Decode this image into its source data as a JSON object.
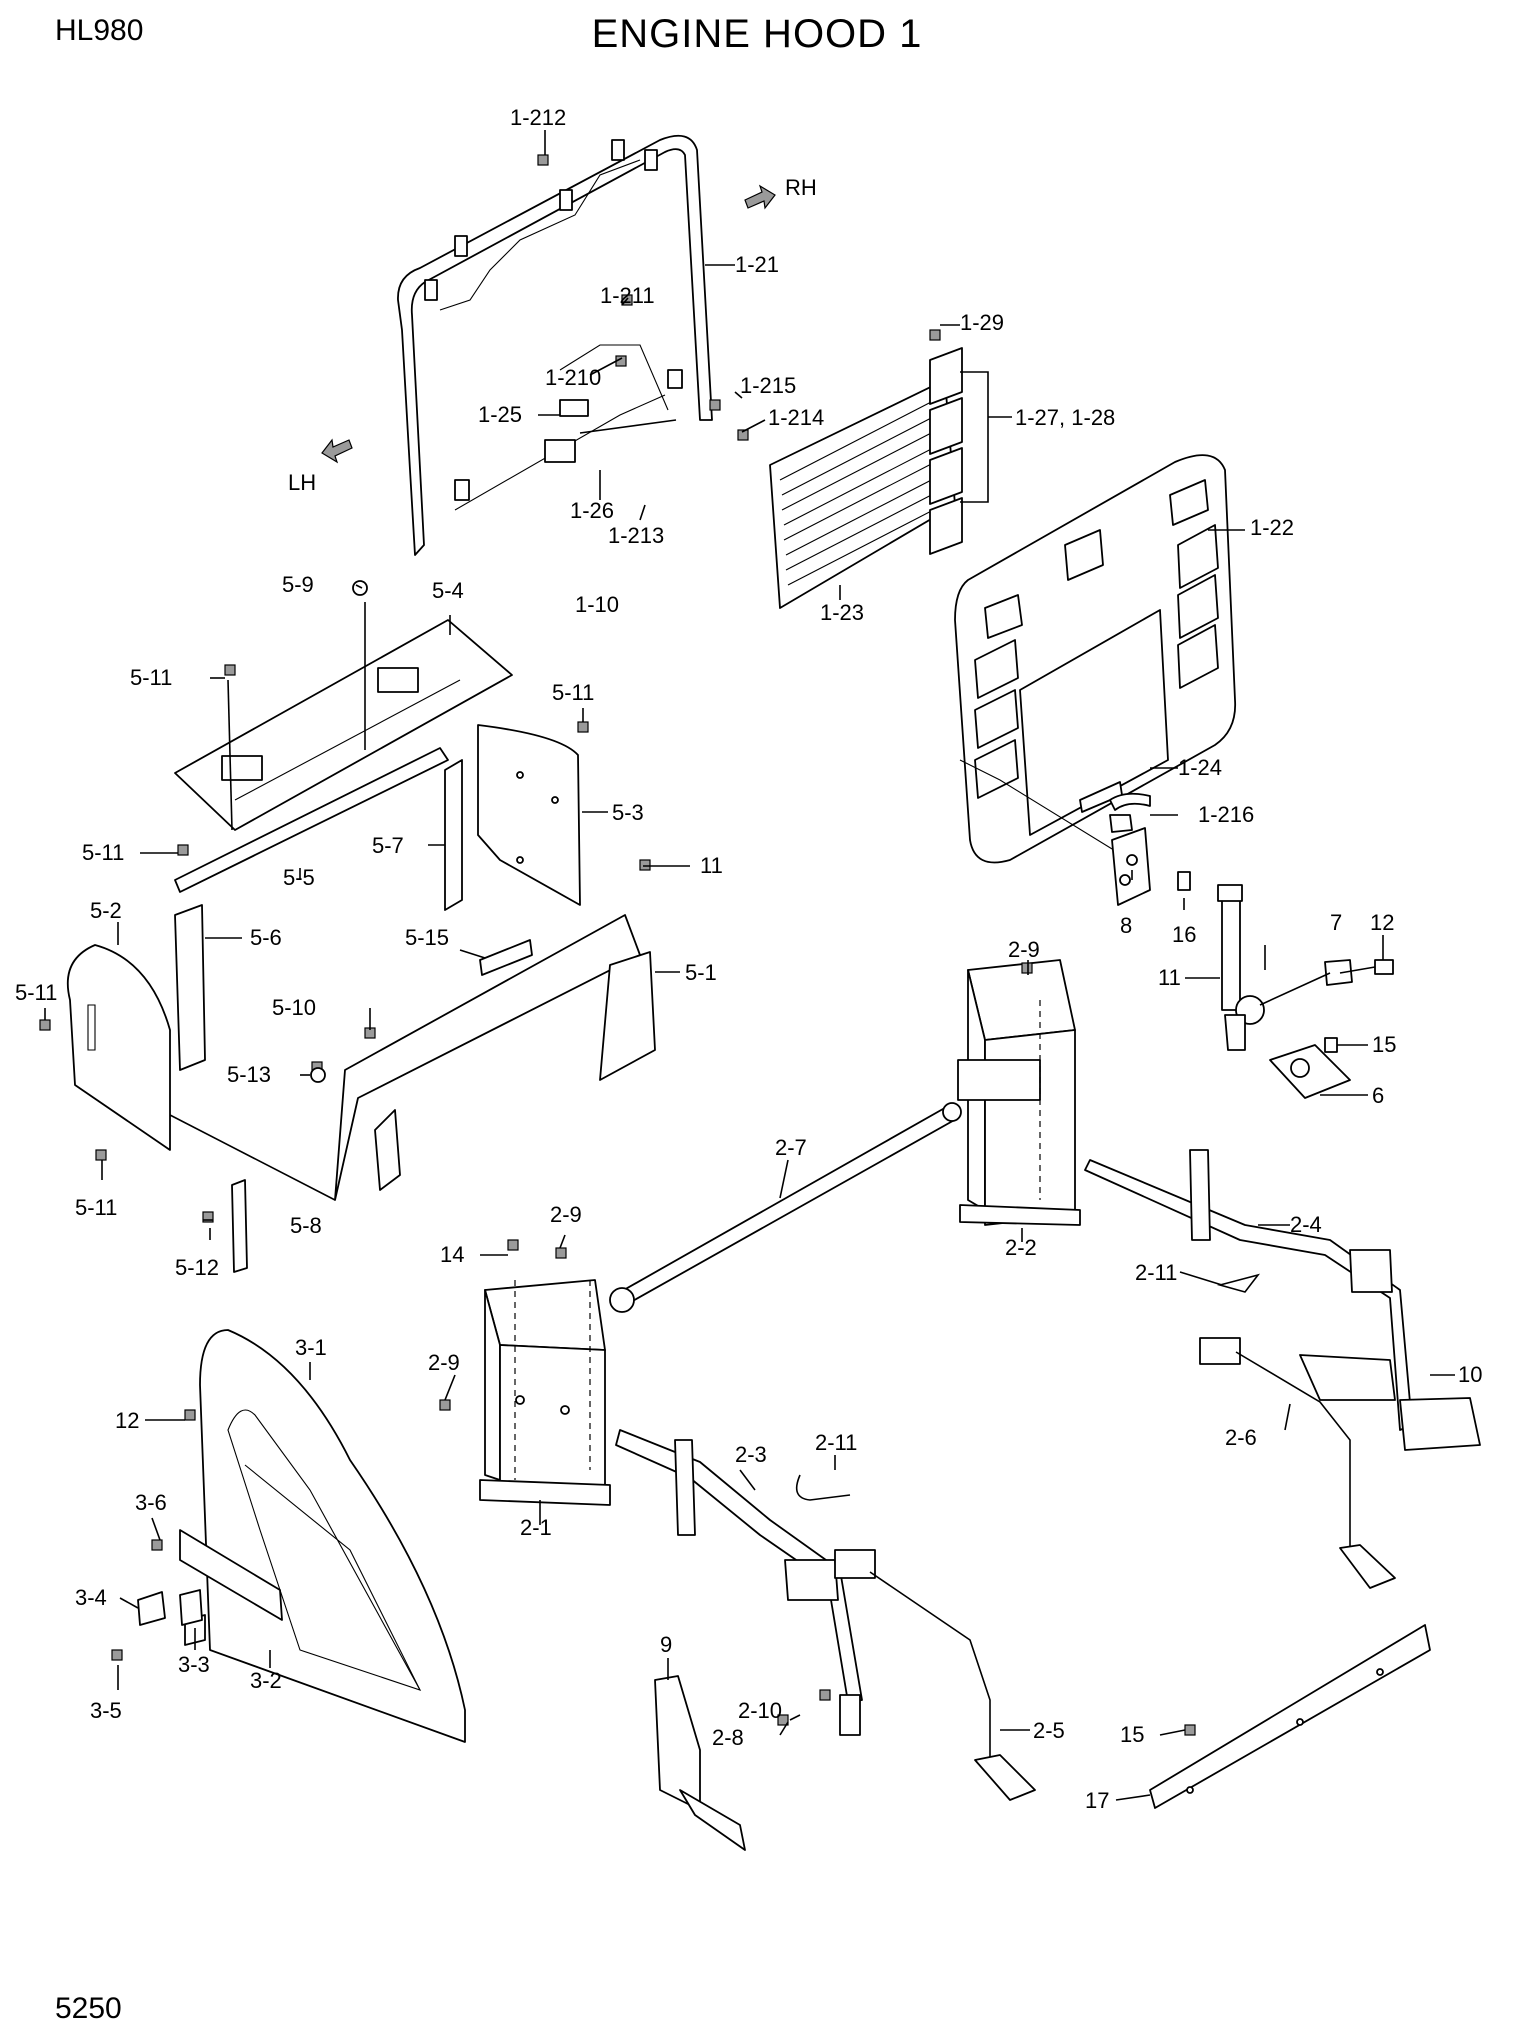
{
  "header": {
    "model": "HL980",
    "title": "ENGINE HOOD 1"
  },
  "footer": {
    "page_number": "5250"
  },
  "direction_markers": {
    "right": "RH",
    "left": "LH"
  },
  "callouts": {
    "c1_212": "1-212",
    "c1_21": "1-21",
    "c1_211": "1-211",
    "c1_210": "1-210",
    "c1_215": "1-215",
    "c1_214": "1-214",
    "c1_25": "1-25",
    "c1_26": "1-26",
    "c1_213": "1-213",
    "c1_10": "1-10",
    "c1_29": "1-29",
    "c1_27_28": "1-27, 1-28",
    "c1_22": "1-22",
    "c1_23": "1-23",
    "c1_24": "1-24",
    "c1_216": "1-216",
    "c8": "8",
    "c16": "16",
    "c5_9": "5-9",
    "c5_4": "5-4",
    "c5_11_a": "5-11",
    "c5_11_b": "5-11",
    "c5_11_c": "5-11",
    "c5_11_d": "5-11",
    "c5_11_e": "5-11",
    "c5_3": "5-3",
    "c5_7": "5-7",
    "c5_5": "5-5",
    "c11_a": "11",
    "c5_2": "5-2",
    "c5_6": "5-6",
    "c5_15": "5-15",
    "c5_1": "5-1",
    "c5_10": "5-10",
    "c5_13": "5-13",
    "c5_8": "5-8",
    "c5_12": "5-12",
    "c11_b": "11",
    "c7": "7",
    "c12_a": "12",
    "c15_a": "15",
    "c6": "6",
    "c2_9_a": "2-9",
    "c2_9_b": "2-9",
    "c2_9_c": "2-9",
    "c2_7": "2-7",
    "c2_4": "2-4",
    "c2_2": "2-2",
    "c2_11_a": "2-11",
    "c2_11_b": "2-11",
    "c14": "14",
    "c10": "10",
    "c2_6": "2-6",
    "c3_1": "3-1",
    "c12_b": "12",
    "c2_3": "2-3",
    "c3_6": "3-6",
    "c2_1": "2-1",
    "c3_4": "3-4",
    "c3_3": "3-3",
    "c3_2": "3-2",
    "c3_5": "3-5",
    "c9": "9",
    "c2_10": "2-10",
    "c2_8": "2-8",
    "c2_5": "2-5",
    "c15_b": "15",
    "c17": "17"
  }
}
